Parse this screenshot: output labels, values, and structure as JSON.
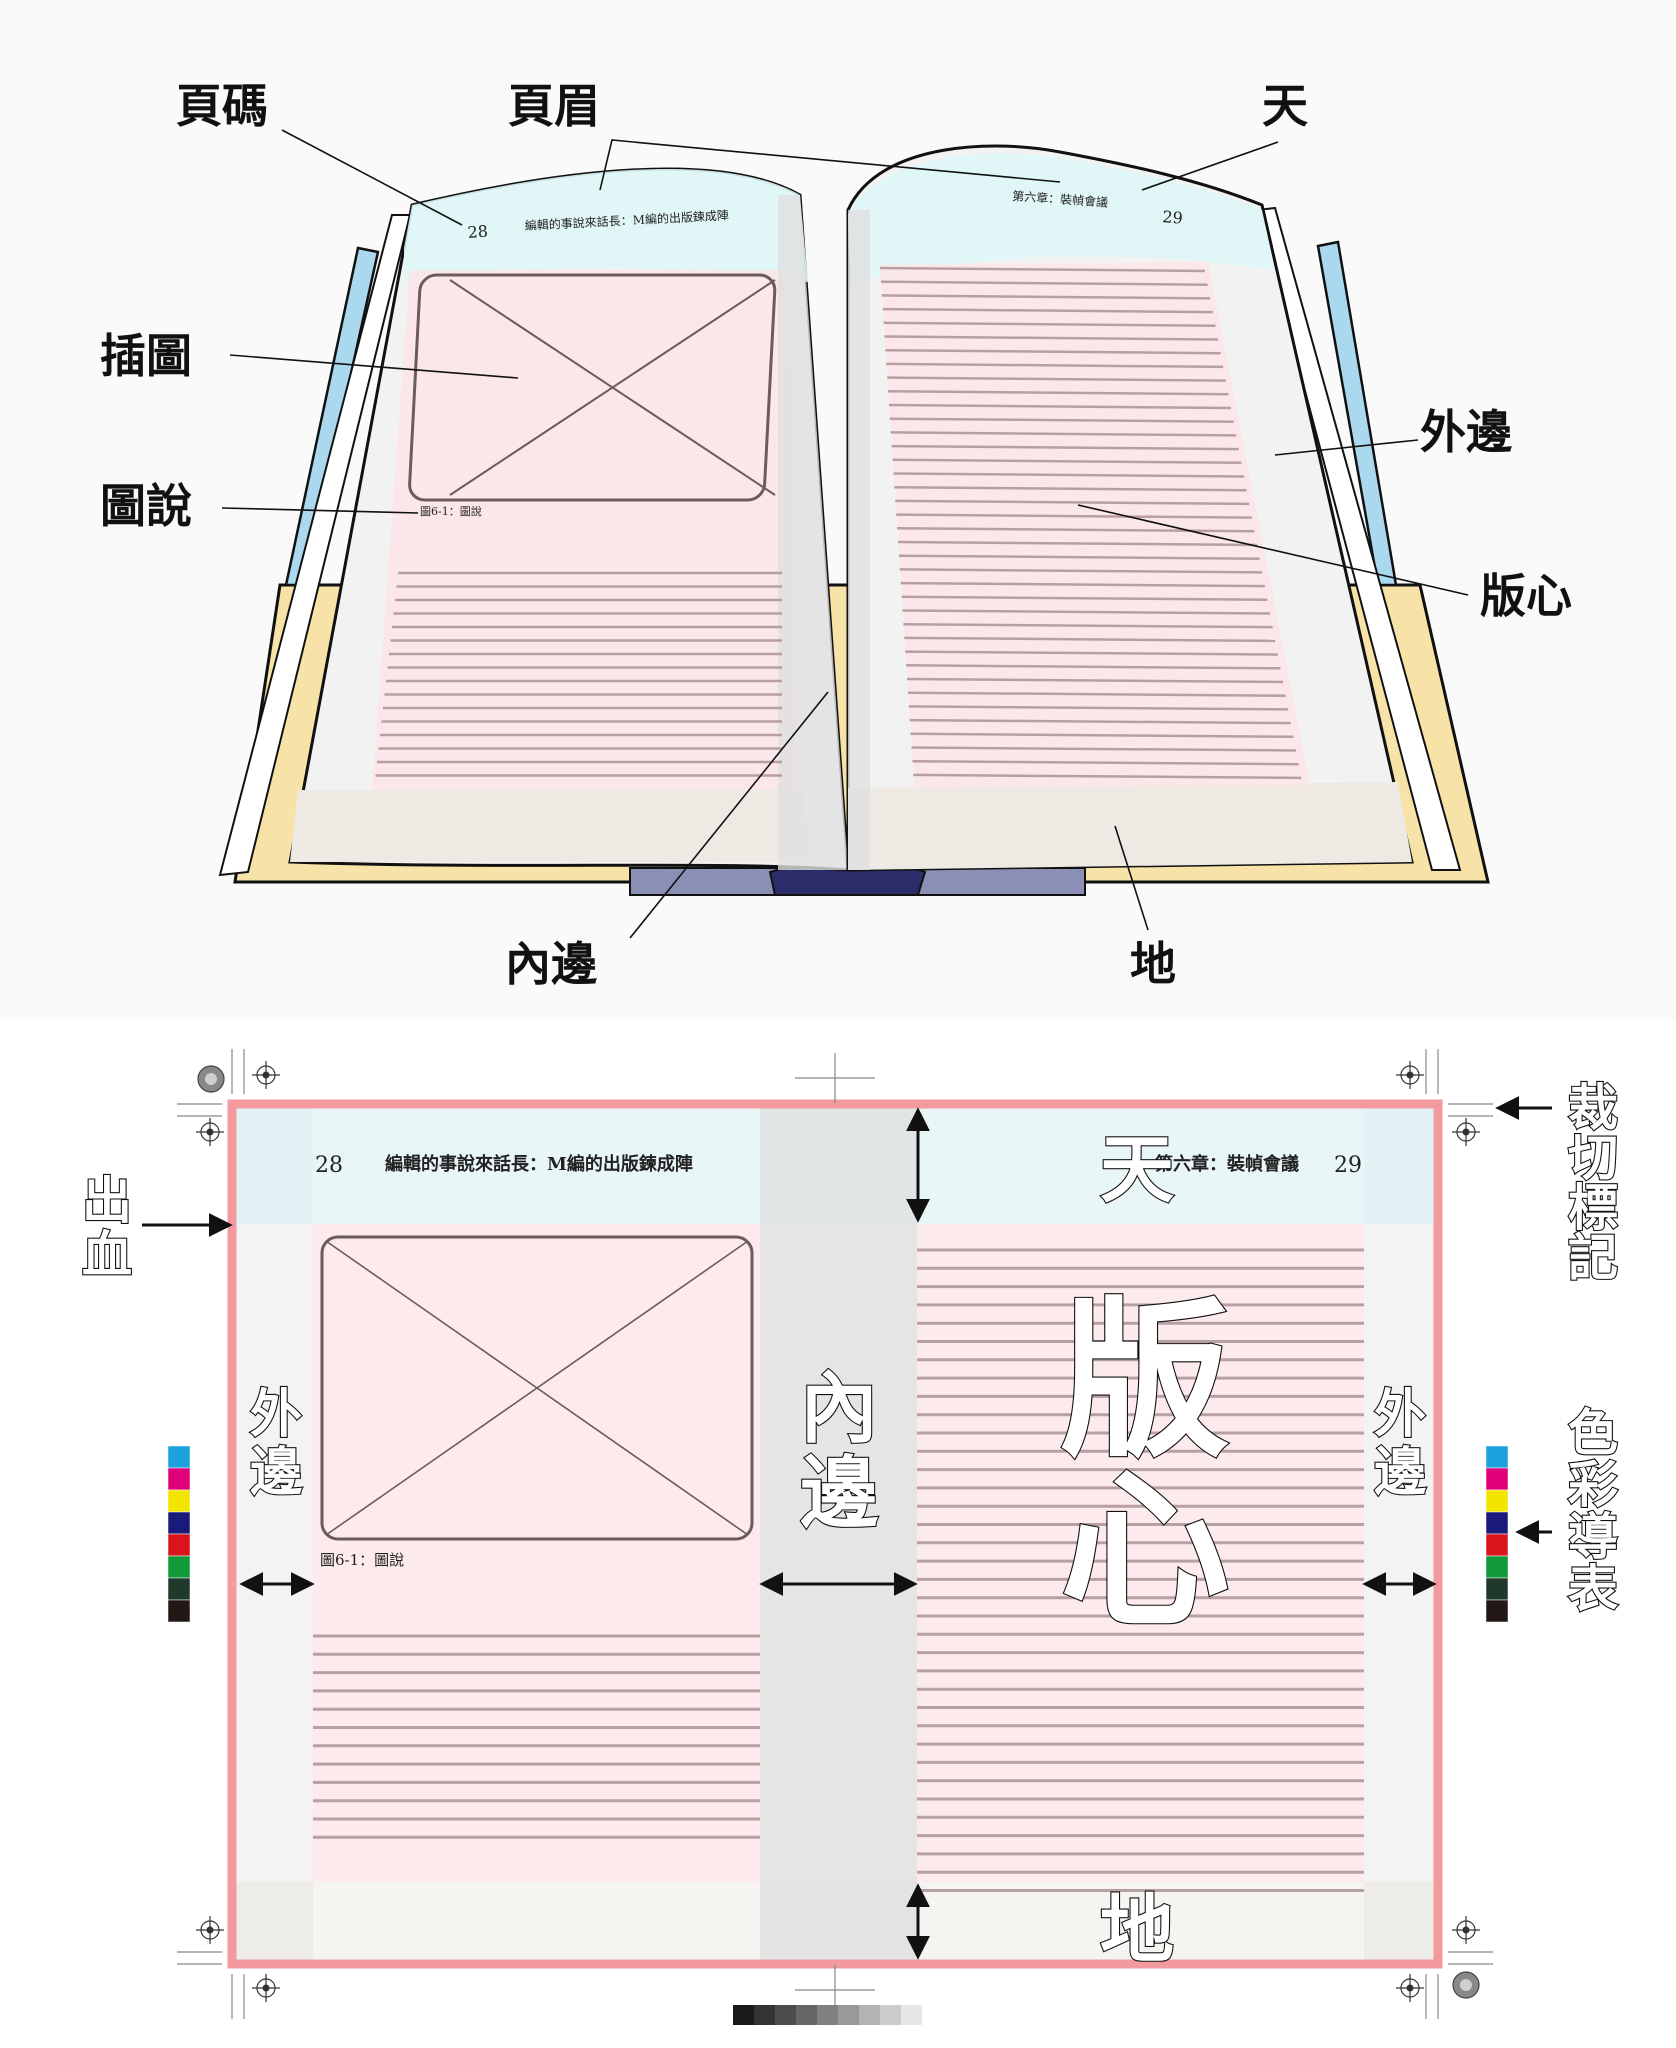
{
  "top_diagram": {
    "labels": {
      "page_number": "頁碼",
      "running_head": "頁眉",
      "head_margin": "天",
      "illustration": "插圖",
      "caption": "圖說",
      "outer_margin": "外邊",
      "text_block": "版心",
      "inner_margin": "內邊",
      "foot_margin": "地"
    },
    "left_page": {
      "page_no": "28",
      "header": "編輯的事說來話長：M編的出版鍊成陣",
      "caption": "圖6-1：圖說"
    },
    "right_page": {
      "page_no": "29",
      "header": "第六章：裝幀會議"
    }
  },
  "bottom_diagram": {
    "left_page": {
      "page_no": "28",
      "header": "編輯的事說來話長：M編的出版鍊成陣",
      "caption": "圖6-1：圖說"
    },
    "right_page": {
      "page_no": "29",
      "header": "第六章：裝幀會議"
    },
    "labels": {
      "bleed": "出血",
      "trim_marks": "裁切標記",
      "color_bar": "色彩導表",
      "outer_margin_left": "外邊",
      "outer_margin_right": "外邊",
      "inner_margin": "內邊",
      "head_margin": "天",
      "foot_margin": "地",
      "text_block": "版心"
    },
    "color_swatches": [
      "#1ba1dc",
      "#e0007a",
      "#f2e600",
      "#1a1a7a",
      "#d9141b",
      "#119a3a",
      "#1f3a2a",
      "#231815"
    ],
    "gray_steps": [
      "#1a1a1a",
      "#333333",
      "#4d4d4d",
      "#666666",
      "#808080",
      "#999999",
      "#b3b3b3",
      "#cccccc",
      "#e6e6e6"
    ]
  }
}
